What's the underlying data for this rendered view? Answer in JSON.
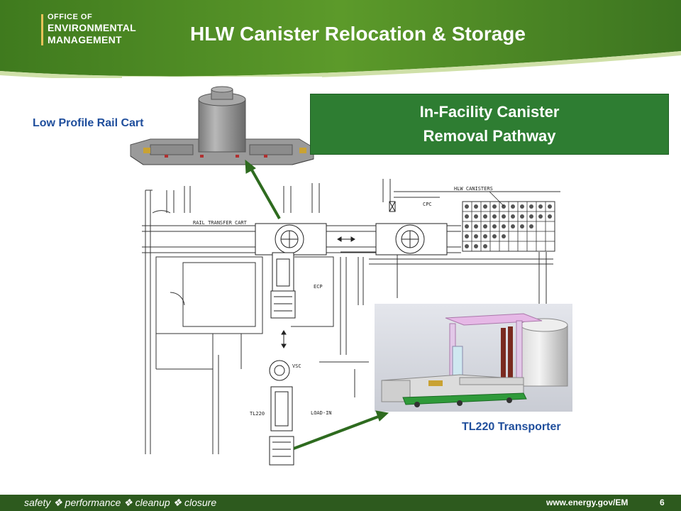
{
  "logo": {
    "line1": "OFFICE OF",
    "line2": "ENVIRONMENTAL",
    "line3": "MANAGEMENT"
  },
  "title": "HLW Canister Relocation & Storage",
  "callout": {
    "line1": "In-Facility Canister",
    "line2": "Removal Pathway"
  },
  "labels": {
    "rail_cart": "Low Profile Rail Cart",
    "transporter": "TL220 Transporter"
  },
  "drawing_labels": {
    "hlw_canisters": "HLW CANISTERS",
    "cpc": "CPC",
    "rail_transfer_cart": "RAIL TRANSFER CART",
    "ecp": "ECP",
    "vsc": "VSC",
    "tl220": "TL220",
    "load_in": "LOAD-IN"
  },
  "footer": {
    "tagline": "safety ❖ performance ❖ cleanup ❖ closure",
    "url": "www.energy.gov/EM",
    "page": "6"
  },
  "colors": {
    "callout_bg": "#2e7d32",
    "label_blue": "#1f4e9c",
    "footer_bg": "#2d5a1e",
    "arrow": "#2e6b1f"
  }
}
